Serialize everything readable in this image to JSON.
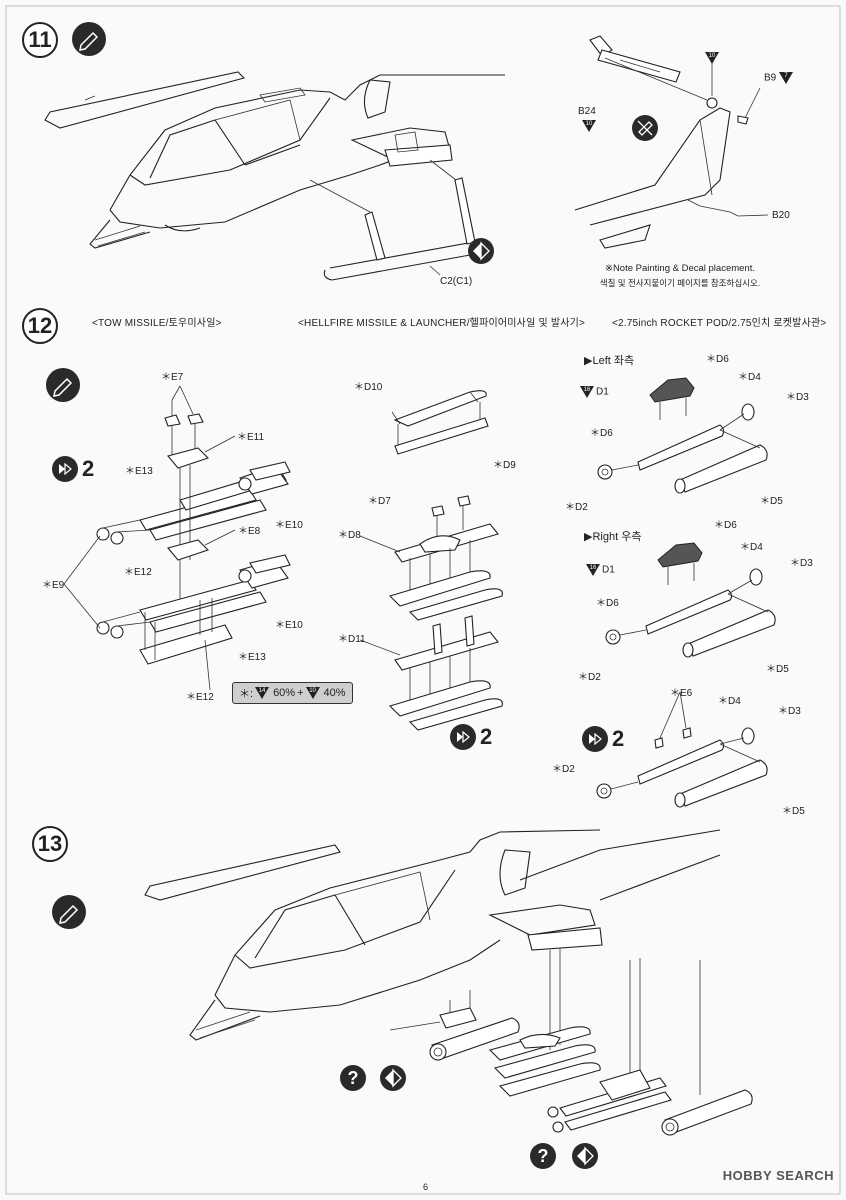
{
  "page_number": "6",
  "watermark": "HOBBY SEARCH",
  "steps": [
    {
      "number": "11"
    },
    {
      "number": "12"
    },
    {
      "number": "13"
    }
  ],
  "step11": {
    "part_c2": "C2(C1)",
    "part_b24": "B24",
    "part_b24_code": "10",
    "part_top_code": "10",
    "part_b9": "B9",
    "part_b9_code": "7",
    "part_b20": "B20",
    "note_en": "※Note Painting & Decal placement.",
    "note_ko": "색칠 및 전사지붙이기 페이지를 참조하십시오."
  },
  "step12": {
    "tow_title": "<TOW MISSILE/토우미사일>",
    "hellfire_title": "<HELLFIRE MISSILE & LAUNCHER/헬파이어미사일 및 발사기>",
    "rocket_title": "<2.75inch ROCKET POD/2.75인치 로켓발사관>",
    "tow_labels": [
      "＊E7",
      "＊E11",
      "＊E13",
      "＊E10",
      "＊E8",
      "＊E12",
      "＊E9",
      "＊E10",
      "＊E13",
      "＊E12"
    ],
    "tow_mult": "2",
    "mix": {
      "prefix": "＊:",
      "code1": "14",
      "pct1": "60%",
      "plus": "+",
      "code2": "10",
      "pct2": "40%"
    },
    "hellfire_labels": [
      "＊D10",
      "＊D9",
      "＊D7",
      "＊D8",
      "＊D11"
    ],
    "hellfire_mult": "2",
    "left_title": "▶Left 좌측",
    "right_title": "▶Right 우측",
    "left_labels": {
      "d6a": "＊D6",
      "d4": "＊D4",
      "d1": "D1",
      "d1_code": "16",
      "d3": "＊D3",
      "d6b": "＊D6",
      "d2": "＊D2",
      "d5": "＊D5"
    },
    "right_labels": {
      "d6a": "＊D6",
      "d4": "＊D4",
      "d1": "D1",
      "d1_code": "16",
      "d3": "＊D3",
      "d6b": "＊D6",
      "d2": "＊D2",
      "d5": "＊D5"
    },
    "extra_labels": {
      "e6": "＊E6",
      "d4": "＊D4",
      "d3": "＊D3",
      "d2": "＊D2",
      "d5": "＊D5"
    },
    "extra_mult": "2"
  },
  "icons": [
    "pencil-icon",
    "flip-side-icon",
    "question-icon",
    "no-glue-icon"
  ]
}
